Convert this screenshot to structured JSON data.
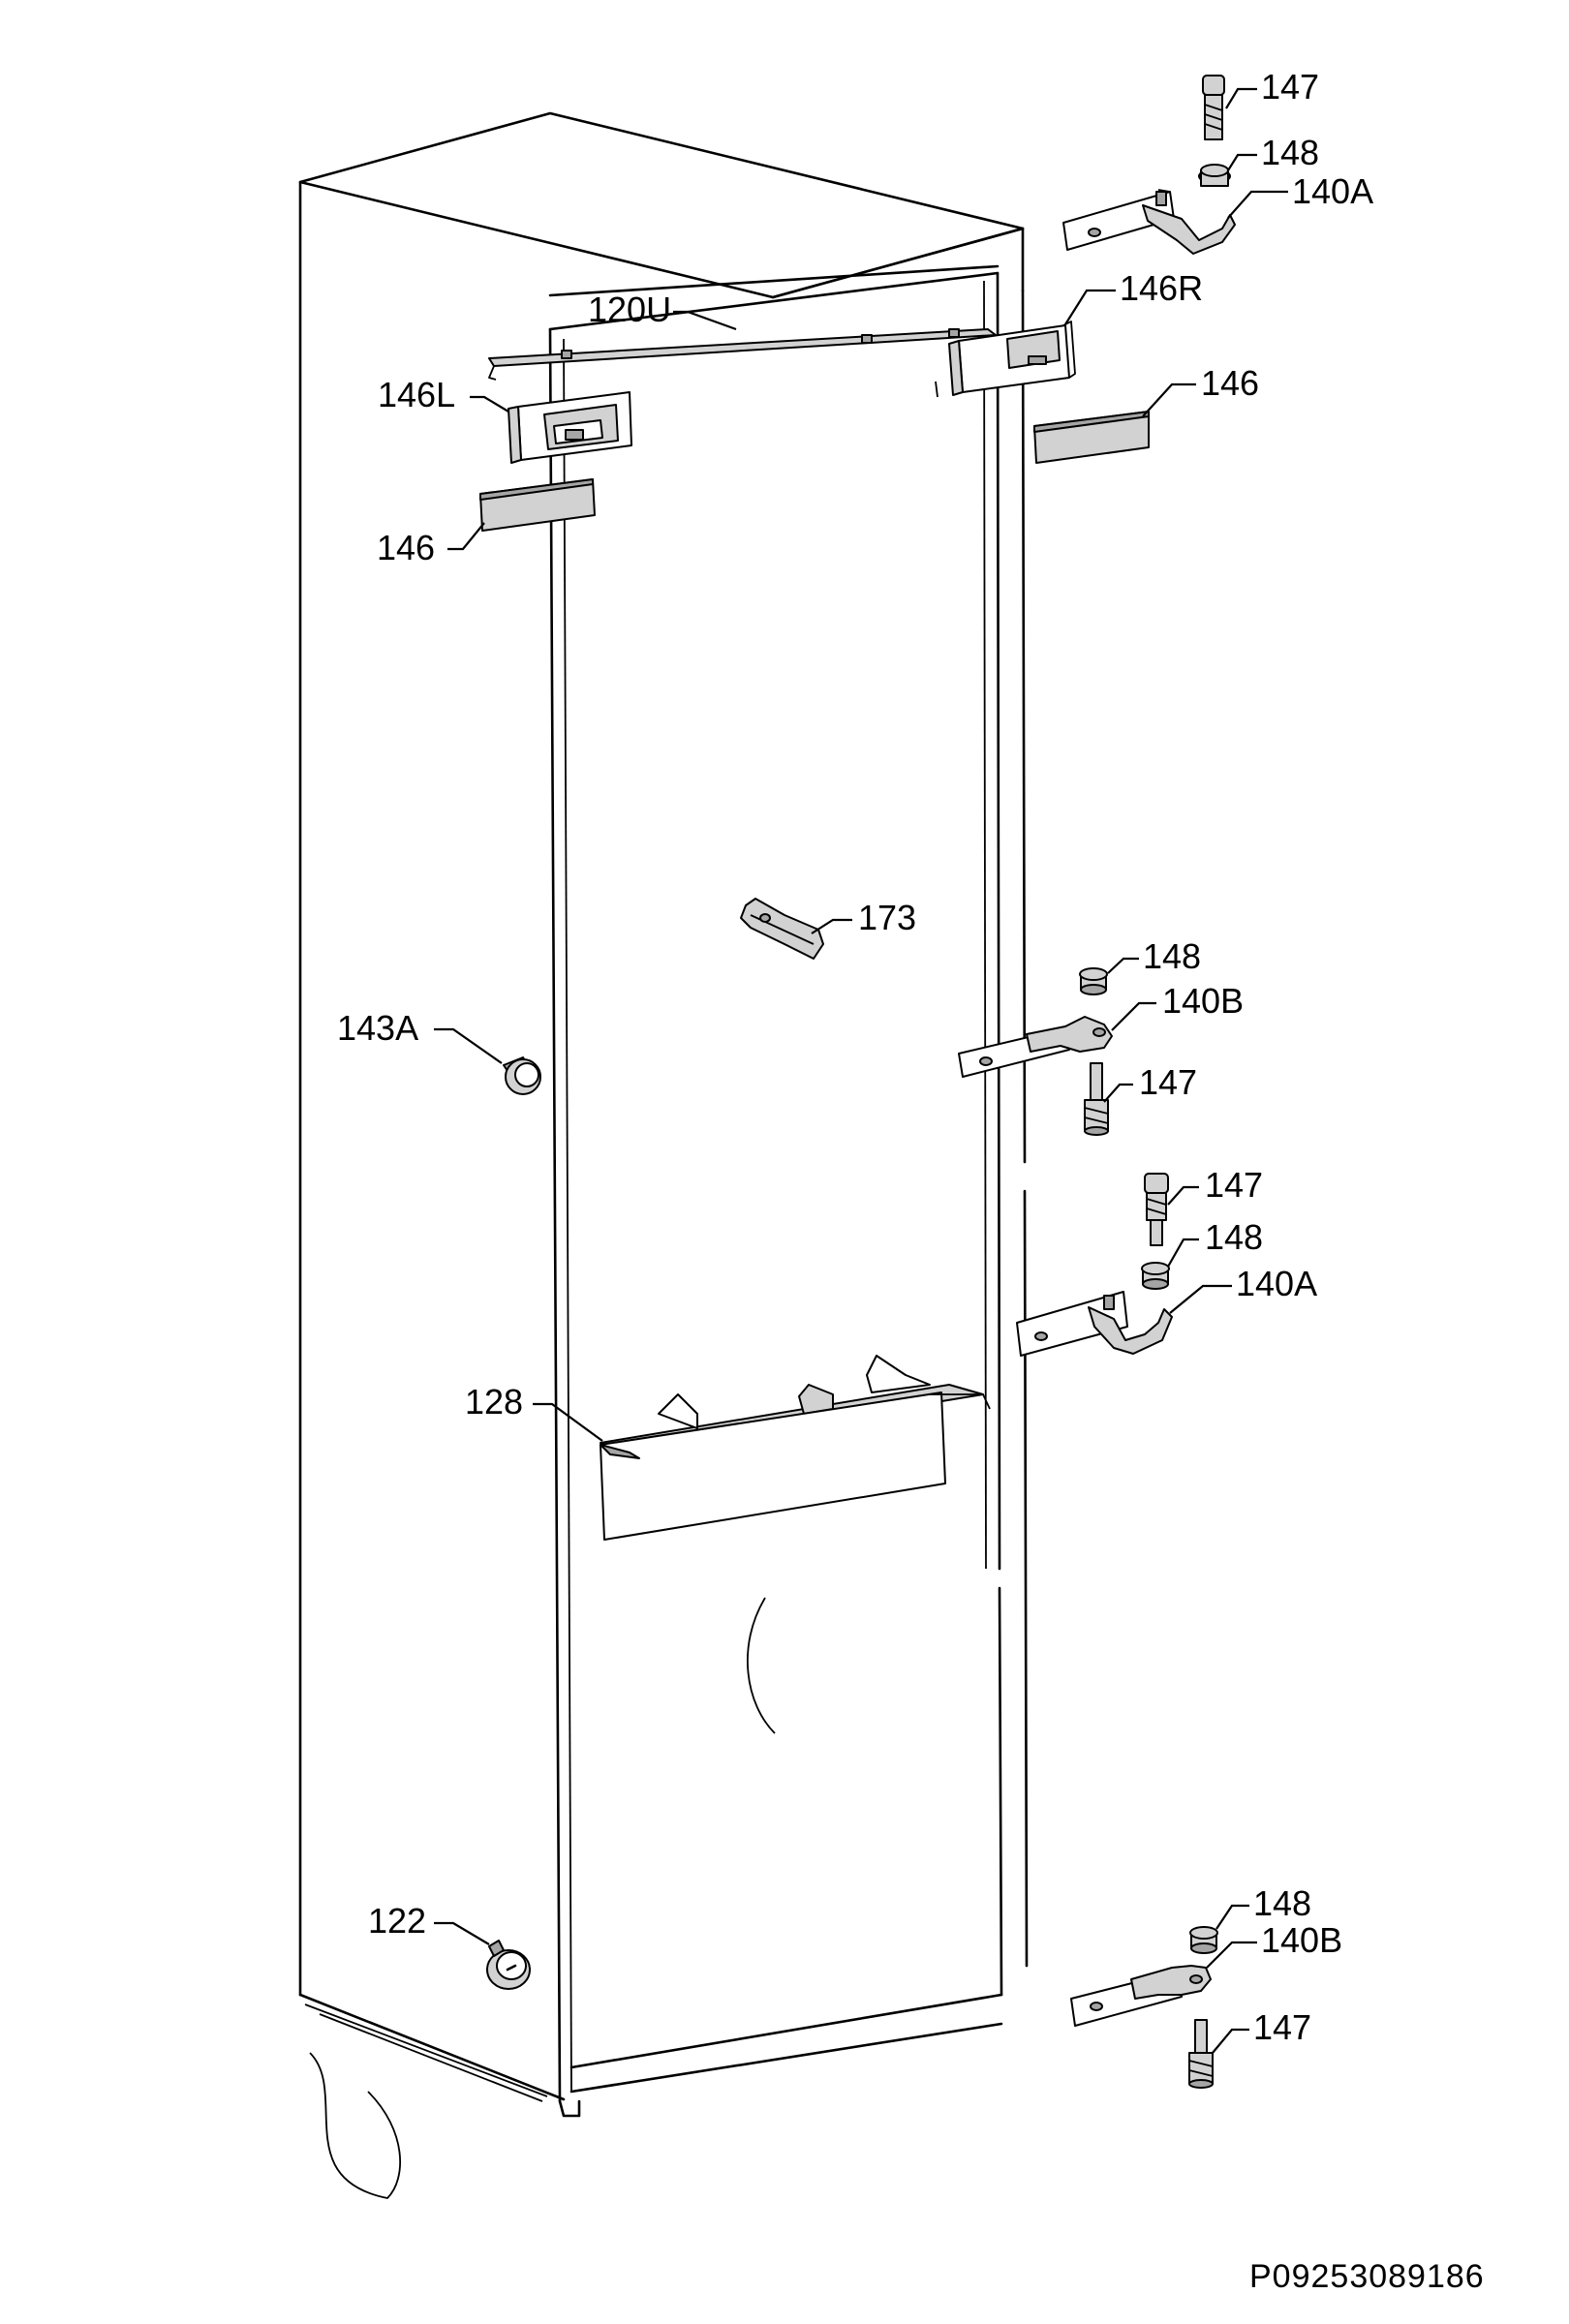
{
  "document_number": "P09253089186",
  "labels": {
    "hinge_top_screw": "147",
    "hinge_top_washer": "148",
    "hinge_top": "140A",
    "rail_upper": "120U",
    "bracket_right": "146R",
    "bracket_left": "146L",
    "cover_right": "146",
    "cover_left": "146",
    "handle_173": "173",
    "mid_washer_upper": "148",
    "mid_hinge_b": "140B",
    "mid_pin_upper": "147",
    "mid_screw_lower": "147",
    "mid_washer_lower": "148",
    "mid_hinge_a": "140A",
    "stop_143a": "143A",
    "handle_128": "128",
    "foot_122": "122",
    "bottom_washer": "148",
    "bottom_hinge_b": "140B",
    "bottom_pin": "147"
  }
}
